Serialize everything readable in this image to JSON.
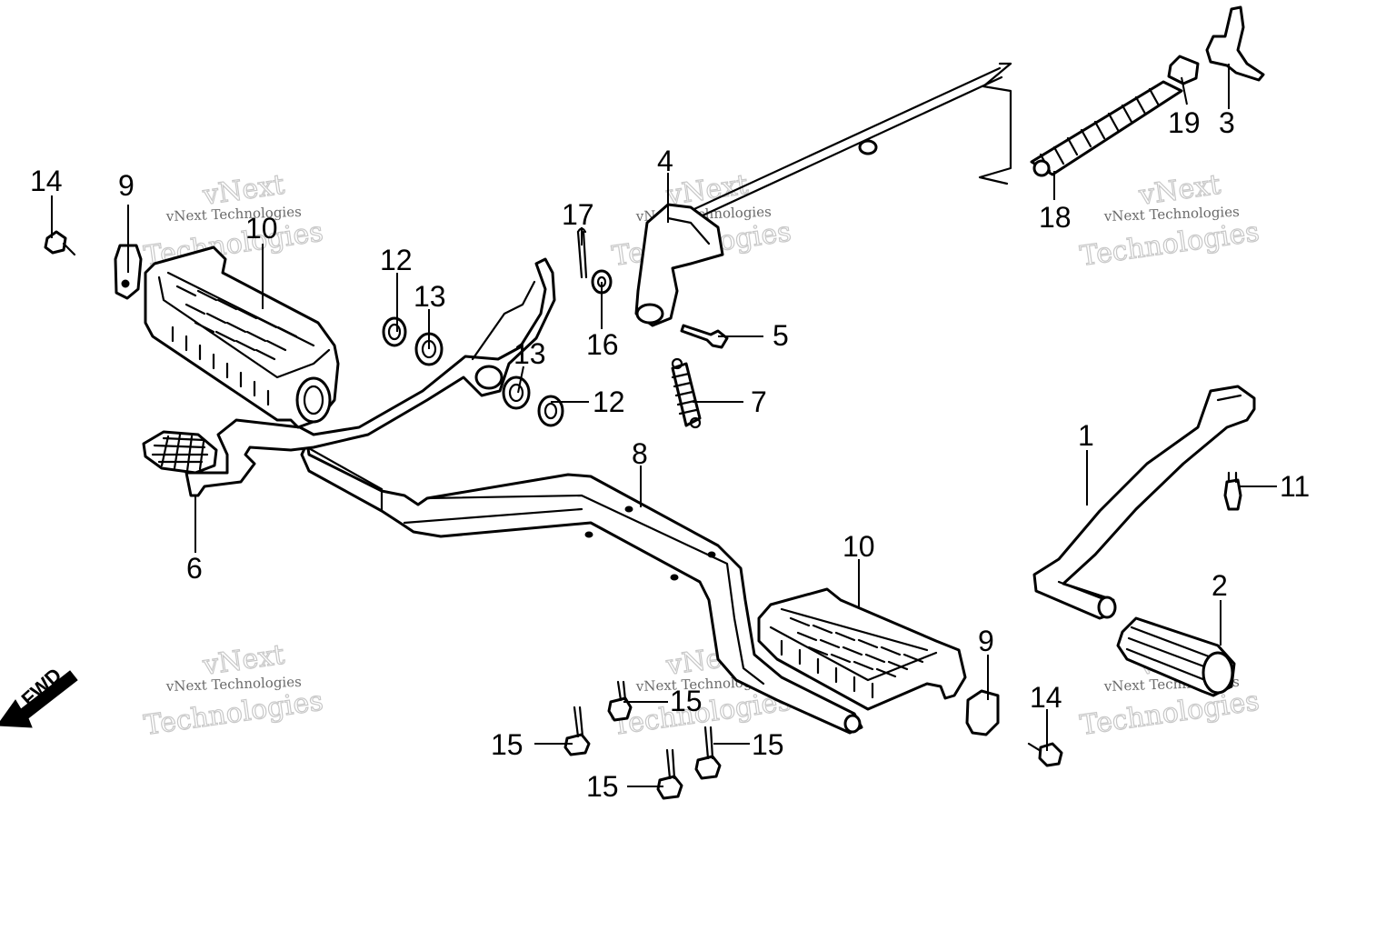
{
  "watermark": {
    "small": "vNext Technologies",
    "big_line1": "vNext",
    "big_line2": "Technologies"
  },
  "direction": {
    "label": "FWD"
  },
  "callouts": {
    "c1": "1",
    "c2": "2",
    "c3": "3",
    "c4": "4",
    "c5": "5",
    "c6": "6",
    "c7": "7",
    "c8": "8",
    "c9_left": "9",
    "c9_right": "9",
    "c10_left": "10",
    "c10_right": "10",
    "c11": "11",
    "c12_top": "12",
    "c12_right": "12",
    "c13_top": "13",
    "c13_mid": "13",
    "c14_left": "14",
    "c14_right": "14",
    "c15_a": "15",
    "c15_b": "15",
    "c15_c": "15",
    "c15_d": "15",
    "c16": "16",
    "c17": "17",
    "c18": "18",
    "c19": "19"
  }
}
